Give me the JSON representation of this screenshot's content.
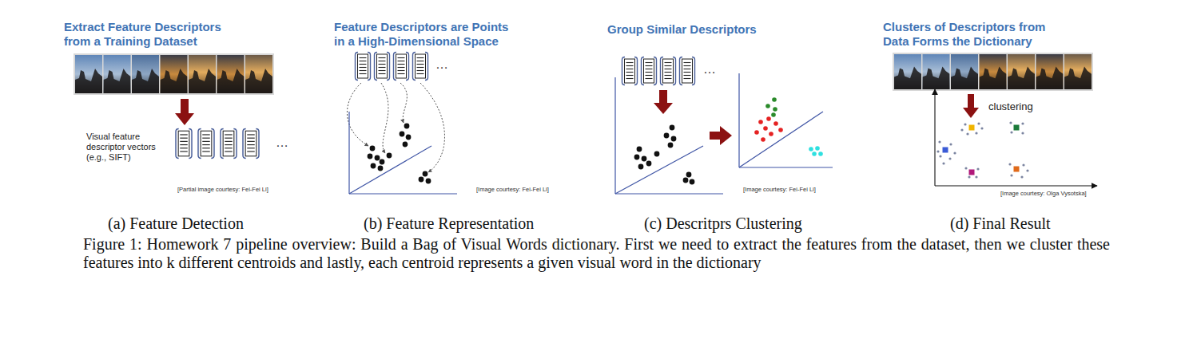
{
  "diagram": {
    "caption": "Figure 1: Homework 7 pipeline overview: Build a Bag of Visual Words dictionary. First we need to extract the features from the dataset, then we cluster these features into k different centroids and lastly, each centroid represents a given visual word in the dictionary",
    "labels": [
      "Extract Feature Descriptors from a Training Dataset",
      "Visual feature descriptor vectors (e.g., SIFT)",
      "…",
      "[Partial image courtesy: Fei-Fei Li]",
      "(a) Feature Detection",
      "Feature Descriptors are Points in a High-Dimensional Space",
      "…",
      "[Image courtesy: Fei-Fei Li]",
      "(b) Feature Representation",
      "Group Similar Descriptors",
      "…",
      "[Image courtesy: Fei-Fei Li]",
      "(c) Descritprs Clustering",
      "Clusters of Descriptors from Data Forms the Dictionary",
      "clustering",
      "[Image courtesy: Olga Vysotska]",
      "(d) Final Result"
    ]
  }
}
